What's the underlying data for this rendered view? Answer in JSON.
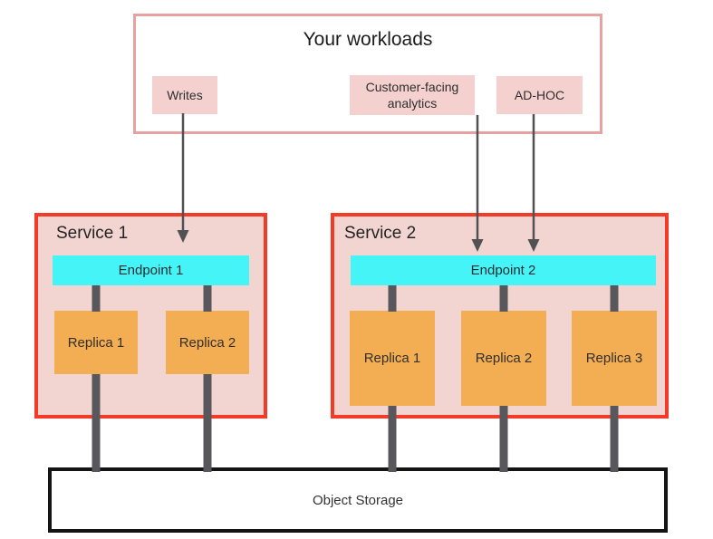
{
  "diagram": {
    "title_box": {
      "title": "Your workloads",
      "items": [
        {
          "label": "Writes"
        },
        {
          "label": "Customer-facing analytics"
        },
        {
          "label": "AD-HOC"
        }
      ]
    },
    "services": [
      {
        "name": "Service 1",
        "endpoint": "Endpoint 1",
        "replicas": [
          "Replica 1",
          "Replica 2"
        ]
      },
      {
        "name": "Service 2",
        "endpoint": "Endpoint 2",
        "replicas": [
          "Replica 1",
          "Replica 2",
          "Replica 3"
        ]
      }
    ],
    "storage": {
      "label": "Object Storage"
    },
    "colors": {
      "workloads_border": "#e5a2a0",
      "workload_item_bg": "#f4d1cf",
      "service_bg": "#f2d4d1",
      "service_border": "#f43b28",
      "endpoint_bg": "#45f4f7",
      "replica_bg": "#f3ad52",
      "connector": "#58585c",
      "arrow": "#515154",
      "storage_border": "#141414"
    }
  }
}
